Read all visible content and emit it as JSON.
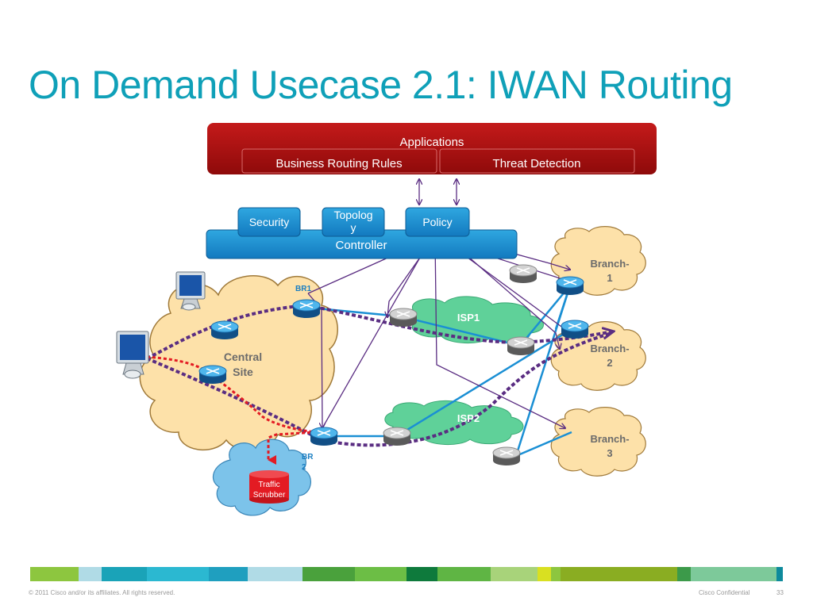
{
  "title": "On Demand Usecase 2.1: IWAN Routing",
  "applications": {
    "label": "Applications",
    "business_rules": "Business Routing Rules",
    "threat_detection": "Threat Detection"
  },
  "controller": {
    "label": "Controller",
    "security": "Security",
    "topology_line1": "Topolog",
    "topology_line2": "y",
    "policy": "Policy"
  },
  "central_site": {
    "line1": "Central",
    "line2": "Site"
  },
  "br1": "BR1",
  "br2": {
    "line1": "BR",
    "line2": "2"
  },
  "isp1": "ISP1",
  "isp2": "ISP2",
  "branch1": {
    "line1": "Branch-",
    "line2": "1"
  },
  "branch2": {
    "line1": "Branch-",
    "line2": "2"
  },
  "branch3": {
    "line1": "Branch-",
    "line2": "3"
  },
  "scrubber": {
    "line1": "Traffic",
    "line2": "Scrubber"
  },
  "footer": {
    "copyright": "© 2011 Cisco and/or its affiliates. All rights reserved.",
    "confidential": "Cisco Confidential",
    "page": "33",
    "colors": [
      "#8dc63f",
      "#b0dbe6",
      "#1aa3b8",
      "#2bb8d1",
      "#1f9fbf",
      "#b0dbe6",
      "#4aa13c",
      "#6cbe45",
      "#0e7a3c",
      "#5fb544",
      "#a8d37a",
      "#d9e021",
      "#8dc63f",
      "#8aad22",
      "#3c9a4a",
      "#7dc99a",
      "#0e8a9c"
    ]
  }
}
